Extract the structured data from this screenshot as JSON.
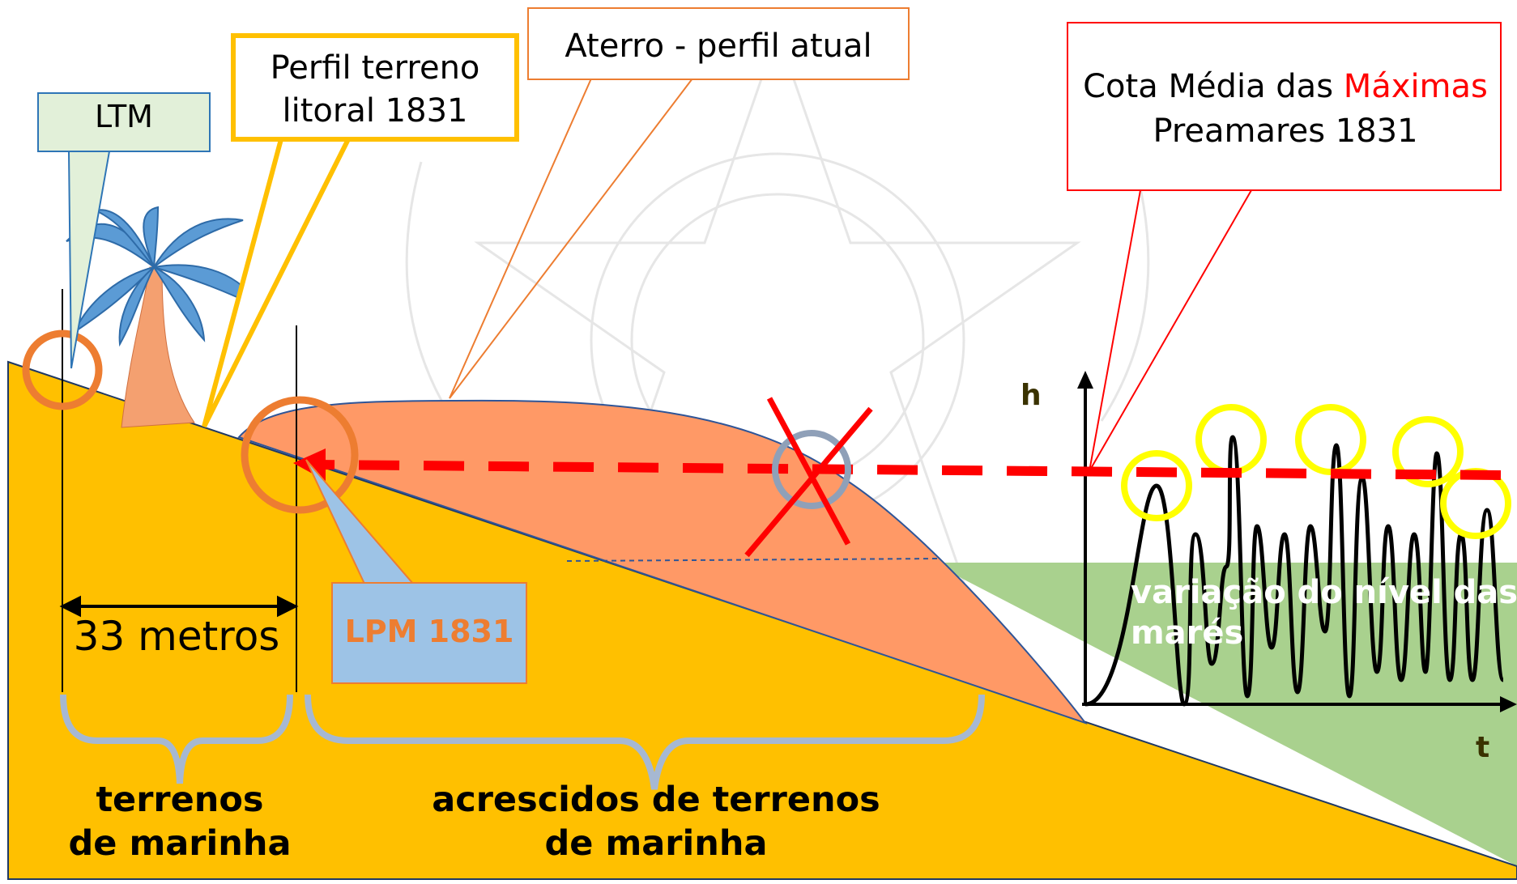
{
  "callouts": {
    "ltm": "LTM",
    "perfil_line1": "Perfil terreno",
    "perfil_line2": "litoral 1831",
    "aterro": "Aterro - perfil atual",
    "cota_line1_a": "Cota Média das ",
    "cota_line1_b": "Máximas",
    "cota_line2": "Preamares 1831",
    "lpm": "LPM 1831"
  },
  "labels": {
    "distance": "33 metros",
    "terrenos_line1": "terrenos",
    "terrenos_line2": "de marinha",
    "acrescidos_line1": "acrescidos de terrenos",
    "acrescidos_line2": "de marinha",
    "tide_line1": "variação do nível  das",
    "tide_line2": "marés",
    "axis_h": "h",
    "axis_t": "t"
  },
  "colors": {
    "land": "#FFC000",
    "landfill": "#FF9966",
    "sea": "#A9D18E",
    "mean_high_tide_line": "#FF0000",
    "ltm_callout": "#E2F0D9",
    "lpm_callout": "#9DC3E6",
    "palm_leaves": "#5B9BD5",
    "circle_orange": "#ED7D31",
    "circle_yellow": "#FFFF00",
    "circle_grey": "#8FA0B8"
  }
}
